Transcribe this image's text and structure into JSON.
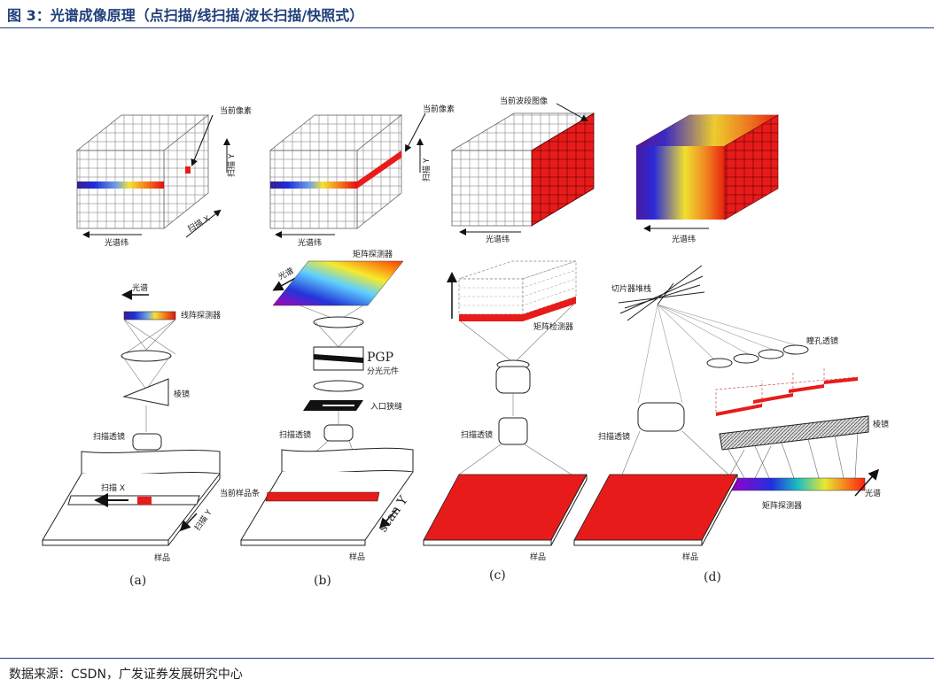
{
  "figure": {
    "title": "图 3：光谱成像原理（点扫描/线扫描/波长扫描/快照式）",
    "source": "数据来源：CSDN，广发证券发展研究中心"
  },
  "labels": {
    "current_pixel": "当前像素",
    "current_band_image": "当前波段图像",
    "spectral_dim": "光谱纬",
    "scan_y": "扫描 Y",
    "scan_x": "扫描 X",
    "spectrum": "光谱",
    "line_detector": "线阵探测器",
    "array_detector": "矩阵探测器",
    "prism": "棱镜",
    "scan_lens": "扫描透镜",
    "sample": "样品",
    "pgp": "PGP",
    "splitter": "分光元件",
    "entrance_slit": "入口狭缝",
    "current_strip": "当前样品条",
    "scan_y_en": "scan Y",
    "array_detector_c": "矩阵检测器",
    "slicer_stack": "切片器堆栈",
    "pupil_lens": "瞳孔透镜"
  },
  "captions": [
    "(a)",
    "(b)",
    "(c)",
    "(d)"
  ]
}
